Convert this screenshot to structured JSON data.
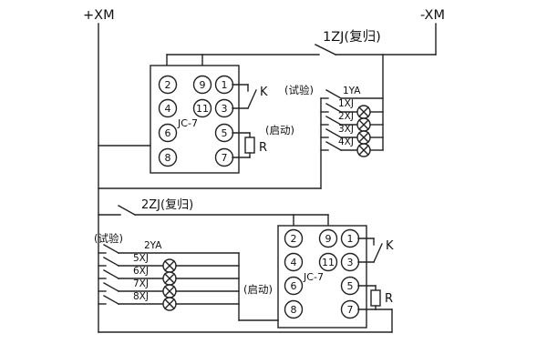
{
  "buses": {
    "positive_label": "+XM",
    "negative_label": "-XM"
  },
  "relay": {
    "model": "JC-7",
    "terminals": [
      "2",
      "9",
      "1",
      "4",
      "11",
      "3",
      "6",
      "5",
      "8",
      "7"
    ]
  },
  "symbols": {
    "contact_k": "K",
    "resistor_r": "R"
  },
  "top": {
    "reset_contact": "1ZJ(复归)",
    "test_label": "(试验)",
    "start_label": "(启动)",
    "rows": [
      {
        "label": "1YA"
      },
      {
        "label": "1XJ"
      },
      {
        "label": "2XJ"
      },
      {
        "label": "3XJ"
      },
      {
        "label": "4XJ"
      }
    ]
  },
  "bottom": {
    "reset_contact": "2ZJ(复归)",
    "test_label": "(试验)",
    "start_label": "(启动)",
    "rows": [
      {
        "label": "2YA"
      },
      {
        "label": "5XJ"
      },
      {
        "label": "6XJ"
      },
      {
        "label": "7XJ"
      },
      {
        "label": "8XJ"
      }
    ]
  }
}
